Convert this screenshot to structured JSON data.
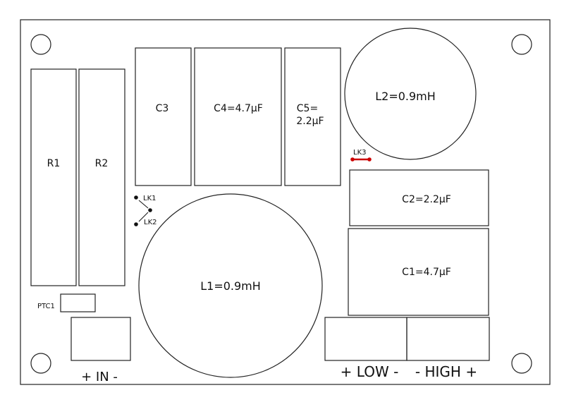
{
  "board": {
    "resistors": [
      {
        "label": "R1"
      },
      {
        "label": "R2"
      }
    ],
    "capacitors": {
      "c3": "C3",
      "c4": "C4=4.7µF",
      "c5_line1": "C5=",
      "c5_line2": "2.2µF",
      "c2": "C2=2.2µF",
      "c1": "C1=4.7µF"
    },
    "inductors": {
      "l1": "L1=0.9mH",
      "l2": "L2=0.9mH"
    },
    "links": {
      "lk1": "LK1",
      "lk2": "LK2",
      "lk3": "LK3",
      "lk3_color": "#cc0000"
    },
    "ptc": "PTC1",
    "terminals": {
      "in": "+ IN -",
      "low": "+ LOW -",
      "high": "- HIGH +"
    }
  }
}
